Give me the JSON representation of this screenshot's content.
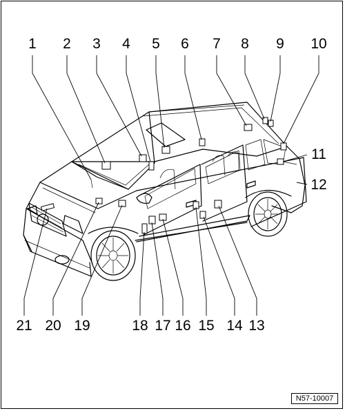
{
  "figure": {
    "reference_code": "N57-10007",
    "callouts_top": [
      "1",
      "2",
      "3",
      "4",
      "5",
      "6",
      "7",
      "8",
      "9",
      "10"
    ],
    "callouts_right": [
      "11",
      "12"
    ],
    "callouts_bottom": [
      "21",
      "20",
      "19",
      "18",
      "17",
      "16",
      "15",
      "14",
      "13"
    ]
  },
  "colors": {
    "line": "#000000",
    "background": "#ffffff",
    "part_shade": "#bbbbbb"
  }
}
